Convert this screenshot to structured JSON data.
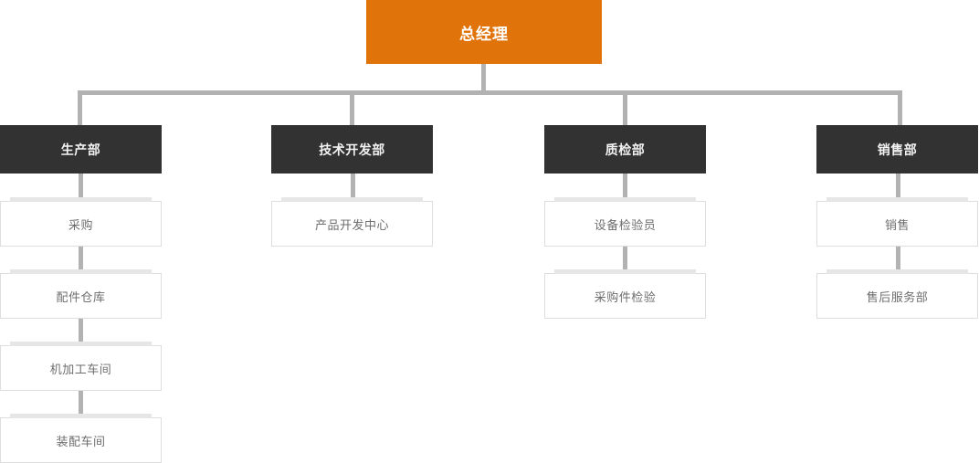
{
  "chart": {
    "title_node": {
      "label": "总经理",
      "color": "#e1730b",
      "text_color": "#ffffff"
    },
    "departments": [
      {
        "label": "生产部",
        "children": [
          {
            "label": "采购"
          },
          {
            "label": "配件仓库"
          },
          {
            "label": "机加工车间"
          },
          {
            "label": "装配车间"
          }
        ]
      },
      {
        "label": "技术开发部",
        "children": [
          {
            "label": "产品开发中心"
          }
        ]
      },
      {
        "label": "质检部",
        "children": [
          {
            "label": "设备检验员"
          },
          {
            "label": "采购件检验"
          }
        ]
      },
      {
        "label": "销售部",
        "children": [
          {
            "label": "销售"
          },
          {
            "label": "售后服务部"
          }
        ]
      }
    ],
    "colors": {
      "root_fill": "#e1730b",
      "dept_fill": "#323232",
      "leaf_fill": "#ffffff",
      "leaf_border": "#dedede",
      "connector": "#b2b2b2",
      "leaf_text": "#6e6e6e",
      "dept_text": "#f2f2f2"
    }
  }
}
